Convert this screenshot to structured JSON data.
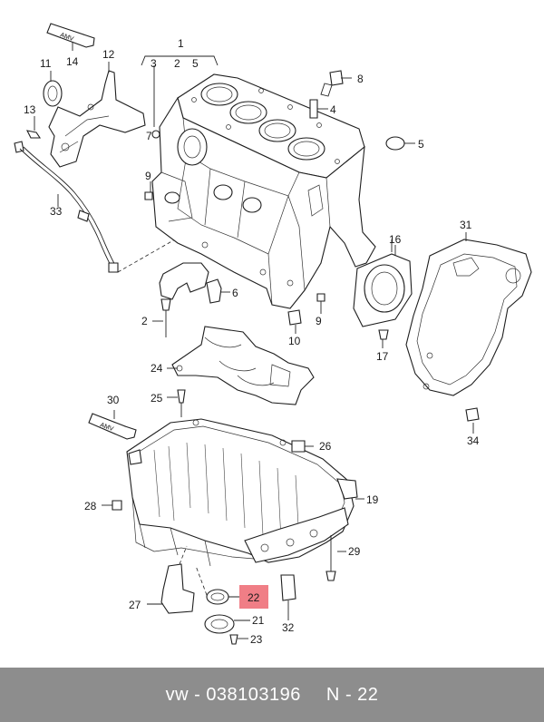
{
  "diagram": {
    "labels": {
      "p1": "1",
      "p2": "2",
      "p3": "3",
      "p4": "4",
      "p5": "5",
      "p5b": "5",
      "p6": "6",
      "p7": "7",
      "p8": "8",
      "p9a": "9",
      "p9b": "9",
      "p10": "10",
      "p11": "11",
      "p12": "12",
      "p13": "13",
      "p14": "14",
      "p16": "16",
      "p17": "17",
      "p19": "19",
      "p21": "21",
      "p22": "22",
      "p23": "23",
      "p24": "24",
      "p25": "25",
      "p26": "26",
      "p27": "27",
      "p28": "28",
      "p29": "29",
      "p30": "30",
      "p31": "31",
      "p32": "32",
      "p33": "33",
      "p34": "34"
    },
    "tube_labels": {
      "top": "AMV",
      "bottom": "AMV"
    },
    "highlighted_part": "22",
    "highlight_color": "#f07e86"
  },
  "footer": {
    "brand": "vw",
    "dash": "-",
    "part_number": "038103196",
    "position_prefix": "N",
    "position_dash": "-",
    "position_number": "22",
    "background_color": "#8d8d8d"
  }
}
